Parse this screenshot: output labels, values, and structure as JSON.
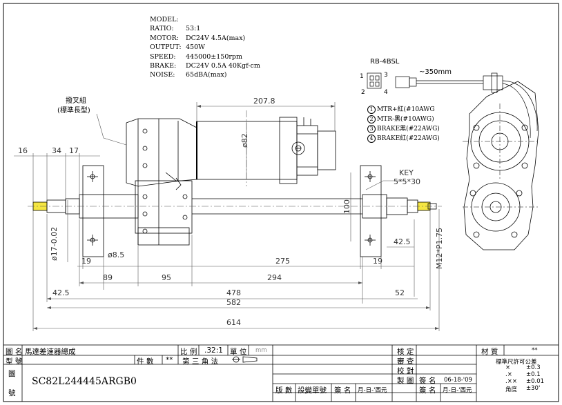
{
  "specs": [
    {
      "key": "MODEL:",
      "value": ""
    },
    {
      "key": "RATIO:",
      "value": "53:1"
    },
    {
      "key": "MOTOR:",
      "value": "DC24V  4.5A(max)"
    },
    {
      "key": "OUTPUT:",
      "value": "450W"
    },
    {
      "key": "SPEED:",
      "value": "445000±150rpm"
    },
    {
      "key": "BRAKE:",
      "value": "DC24V 0.5A 40Kgf-cm"
    },
    {
      "key": "NOISE:",
      "value": "65dBA(max)"
    }
  ],
  "connector": {
    "model": "RB-4BSL",
    "cable_length": "~350mm",
    "pin_labels": [
      "1",
      "3",
      "2",
      "4"
    ]
  },
  "wiring": [
    {
      "num": "1",
      "text": "MTR+紅(#10AWG"
    },
    {
      "num": "2",
      "text": "MTR-黑(#10AWG)"
    },
    {
      "num": "3",
      "text": "BRAKE黑(#22AWG)"
    },
    {
      "num": "4",
      "text": "BRAKE紅(#22AWG)"
    }
  ],
  "callout": {
    "line1": "撥叉組",
    "line2": "(標準長型)"
  },
  "key_note": {
    "line1": "KEY",
    "line2": "5*5*30"
  },
  "dims": {
    "d207": "207.8",
    "d82": "ø82",
    "d16": "16",
    "d34": "34",
    "d17": "17",
    "d100": "100",
    "d17h": "ø17-0.02",
    "d19a": "19",
    "d85": "ø8.5",
    "d275": "275",
    "d19b": "19",
    "d425r": "42.5",
    "dm12": "M12*P1.75",
    "d89": "89",
    "d95": "95",
    "d294": "294",
    "d425l": "42.5",
    "d478": "478",
    "d52": "52",
    "d582": "582",
    "d614": "614"
  },
  "title_block": {
    "name_label": "圖 名",
    "name_value": "馬達差速器總成",
    "model_label": "型 號",
    "scale_label": "比 例",
    "scale_value": ".32:1",
    "unit_label": "單 位",
    "unit_value": "mm",
    "qty_label": "件 數",
    "qty_value": "**",
    "projection_label": "第 三 角 法",
    "drawing_no_label": "圖",
    "drawing_no_label2": "號",
    "drawing_no": "SC82L244445ARGB0",
    "check_label": "核 定",
    "review_label": "審 查",
    "verify_label": "校 對",
    "draw_label": "製 圖",
    "material_label": "材 質",
    "material_value": "**",
    "date_value": "06-18-'09",
    "sign_label": "簽 名",
    "rev_no_label": "版 數",
    "rev_label": "設變單號",
    "sign2_label": "簽 名",
    "date_label": "月-日-'西元",
    "sign3_label": "簽 名",
    "date_label2": "月-日-'西元",
    "tol_title": "標準尺許可公差",
    "tolerances": [
      {
        "k": "×",
        "v": "±0.3"
      },
      {
        "k": ".×",
        "v": "±0.1"
      },
      {
        "k": ".××",
        "v": "±0.01"
      },
      {
        "k": "角度",
        "v": "±30'"
      }
    ]
  }
}
